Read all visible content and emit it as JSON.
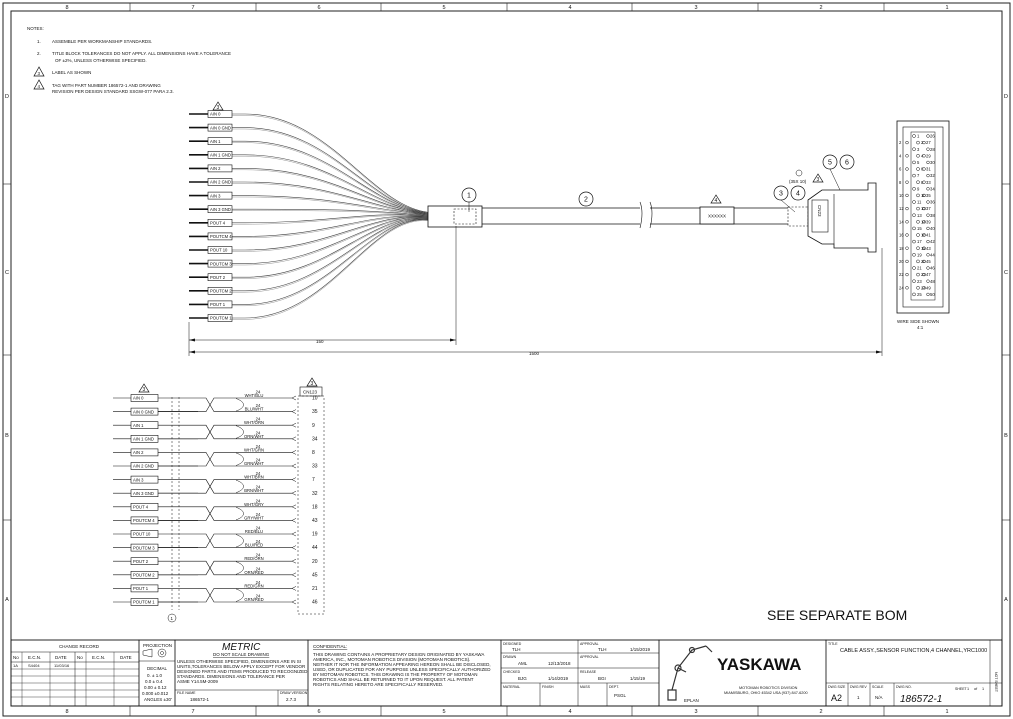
{
  "border": {
    "columns": [
      "8",
      "7",
      "6",
      "5",
      "4",
      "3",
      "2",
      "1"
    ],
    "rows": [
      "D",
      "C",
      "B",
      "A"
    ]
  },
  "notes": {
    "title": "NOTES:",
    "items": [
      {
        "num": "1.",
        "text": "ASSEMBLE PER WORKMANSHIP STANDARDS."
      },
      {
        "num": "2.",
        "text": "TITLE BLOCK TOLERANCES DO NOT APPLY. ALL DIMENSIONS HAVE A TOLERANCE",
        "text2": "OF ±2%, UNLESS OTHERWISE SPECIFIED."
      },
      {
        "num": "3",
        "text": "LABEL AS SHOWN"
      },
      {
        "num": "4",
        "text": "TAG WITH PART NUMBER 186572-1 AND DRAWING",
        "text2": "REVISION PER DESIGN STANDARD SSGW-077 PARA 2.3."
      }
    ]
  },
  "cable": {
    "wire_labels": [
      "AIN 0",
      "AIN 0 GND",
      "AIN 1",
      "AIN 1 GND",
      "AIN 2",
      "AIN 2 GND",
      "AIN 3",
      "AIN 3 GND",
      "POUT 4",
      "POUTCM 4",
      "POUT 10",
      "POUTCM 3",
      "POUT 2",
      "POUTCM 2",
      "POUT 1",
      "POUTCM 1"
    ],
    "balloons": [
      "1",
      "2",
      "3",
      "4",
      "5",
      "6"
    ],
    "tag_label": "XXXXXX",
    "connector_label": "CN23",
    "sjt_note": "(35X 10)",
    "dim_short": "150",
    "dim_long": "1500",
    "flag3": "3",
    "flag4": "4"
  },
  "pinout": {
    "left": [
      "1",
      "2",
      "3",
      "4",
      "5",
      "6",
      "7",
      "8",
      "9",
      "10",
      "11",
      "12",
      "13",
      "14",
      "15",
      "16",
      "17",
      "18",
      "19",
      "20",
      "21",
      "22",
      "23",
      "24",
      "25"
    ],
    "right": [
      "26",
      "27",
      "28",
      "29",
      "30",
      "31",
      "32",
      "33",
      "34",
      "35",
      "36",
      "37",
      "38",
      "39",
      "40",
      "41",
      "42",
      "43",
      "44",
      "45",
      "46",
      "47",
      "48",
      "49",
      "50"
    ],
    "left_labels": [
      "1",
      "2",
      "3",
      "4",
      "5",
      "6",
      "7",
      "8",
      "9",
      "10",
      "11",
      "12",
      "13",
      "14",
      "15",
      "16",
      "17",
      "18",
      "19",
      "20",
      "21",
      "22",
      "23",
      "24",
      "25"
    ],
    "caption": "WIRE SIDE SHOWN",
    "caption2": "4:1"
  },
  "schematic": {
    "header": "CN123",
    "flag": "3",
    "rows": [
      {
        "label": "AIN 0",
        "awg": "24",
        "color": "WHT/BLU",
        "pin": "10"
      },
      {
        "label": "AIN 0 GND",
        "awg": "24",
        "color": "BLU/WHT",
        "pin": "35"
      },
      {
        "label": "AIN 1",
        "awg": "24",
        "color": "WHT/ORN",
        "pin": "9"
      },
      {
        "label": "AIN 1 GND",
        "awg": "24",
        "color": "ORN/WHT",
        "pin": "34"
      },
      {
        "label": "AIN 2",
        "awg": "24",
        "color": "WHT/GRN",
        "pin": "8"
      },
      {
        "label": "AIN 2 GND",
        "awg": "24",
        "color": "GRN/WHT",
        "pin": "33"
      },
      {
        "label": "AIN 3",
        "awg": "24",
        "color": "WHT/BRN",
        "pin": "7"
      },
      {
        "label": "AIN 3 GND",
        "awg": "24",
        "color": "BRN/WHT",
        "pin": "32"
      },
      {
        "label": "POUT 4",
        "awg": "24",
        "color": "WHT/GRY",
        "pin": "18"
      },
      {
        "label": "POUTCM 4",
        "awg": "24",
        "color": "GRY/WHT",
        "pin": "43"
      },
      {
        "label": "POUT 10",
        "awg": "24",
        "color": "RED/BLU",
        "pin": "19"
      },
      {
        "label": "POUTCM 3",
        "awg": "24",
        "color": "BLU/RED",
        "pin": "44"
      },
      {
        "label": "POUT 2",
        "awg": "24",
        "color": "RED/ORN",
        "pin": "20"
      },
      {
        "label": "POUTCM 2",
        "awg": "24",
        "color": "ORN/RED",
        "pin": "45"
      },
      {
        "label": "POUT 1",
        "awg": "24",
        "color": "RED/GRN",
        "pin": "21"
      },
      {
        "label": "POUTCM 1",
        "awg": "24",
        "color": "GRN/RED",
        "pin": "46"
      }
    ],
    "balloon": "1"
  },
  "see_bom": "SEE SEPARATE BOM",
  "change_record": {
    "title": "CHANGE RECORD",
    "headers": [
      "No",
      "E.C.N.",
      "DATE",
      "No",
      "E.C.N.",
      "DATE"
    ],
    "row1": [
      "1A",
      "S4404",
      "11/03/16"
    ]
  },
  "projection": {
    "title": "PROJECTION"
  },
  "tolerance": {
    "title": "DECIMAL",
    "lines": [
      "0. ± 1.0",
      "0.0 ± 0.4",
      "0.00 ± 0.12",
      "0.000 ±0.012",
      "ANGLES ±30'"
    ]
  },
  "metric": {
    "title": "METRIC",
    "subtitle": "DO NOT SCALE DRAWING",
    "text": [
      "UNLESS OTHERWISE SPECIFIED, DIMENSIONS ARE IN SI",
      "UNITS,TOLERANCES BELOW APPLY EXCEPT FOR VENDOR",
      "DESIGNED PARTS AND ITEMS PRODUCED TO RECOGNIZED",
      "STANDARDS. DIMENSIONS AND TOLERANCE PER",
      "ASME Y14.5M-2009"
    ],
    "file_name_label": "FILE NAME",
    "file_name": "186572-1",
    "draw_version_label": "DRAW VERSION",
    "draw_version": "2.7.3"
  },
  "confidential": {
    "title": "CONFIDENTIAL:",
    "lines": [
      "THIS DRAWING CONTAINS A PROPRIETARY DESIGN ORIGINATED BY YASKAWA",
      "AMERICA, INC., MOTOMAN ROBOTICS DIVISION (MOTOMAN ROBOTICS).",
      "NEITHER IT NOR THE INFORMATION APPEARING HEREON SHALL BE DISCLOSED,",
      "USED, OR DUPLICATED FOR ANY PURPOSE UNLESS SPECIFICALLY AUTHORIZED",
      "BY MOTOMAN ROBOTICS. THIS DRAWING IS THE PROPERTY OF MOTOMAN",
      "ROBOTICS AND SHALL BE RETURNED TO IT UPON REQUEST. ALL PATENT",
      "RIGHTS RELATING HERETO ARE SPECIFICALLY RESERVED."
    ]
  },
  "approvals": {
    "designed_label": "DESIGNED",
    "designed": "TLH",
    "drawn_label": "DRAWN",
    "drawn": "AML",
    "drawn_date": "12/13/2018",
    "checked_label": "CHECKED",
    "checked": "BJG",
    "checked_date": "1/14/2019",
    "approval_label": "APPROVAL",
    "approval": "TLH",
    "approval_date": "1/15/2019",
    "approval2_label": "APPROVAL",
    "release_label": "RELEASE",
    "release": "BGI",
    "release_date": "1/15/19",
    "material_label": "MATERIAL",
    "finish_label": "FINISH",
    "mass_label": "MASS",
    "dept_label": "DEPT.",
    "dept": "PSGL"
  },
  "company": {
    "logo": "YASKAWA",
    "division": "MOTOMAN ROBOTICS DIVISION",
    "address": "MIAMISBURG, OHIO 45342 USA (937) 847-6200",
    "eplan": "EPLAN"
  },
  "title_block": {
    "title_label": "TITLE",
    "title": "CABLE ASSY.,SENSOR FUNCTION,4 CHANNEL,YRC1000",
    "dwg_size_label": "DWG SIZE",
    "dwg_size": "A2",
    "dwg_rev_label": "DWG REV",
    "dwg_rev": "1",
    "scale_label": "SCALE",
    "scale": "N/A",
    "dwg_no_label": "DWG NO.",
    "dwg_no": "186572-1",
    "sheet_label": "SHEET",
    "sheet": "1",
    "of_label": "of",
    "sheet_total": "1",
    "side_label": "NOT SHEET"
  }
}
